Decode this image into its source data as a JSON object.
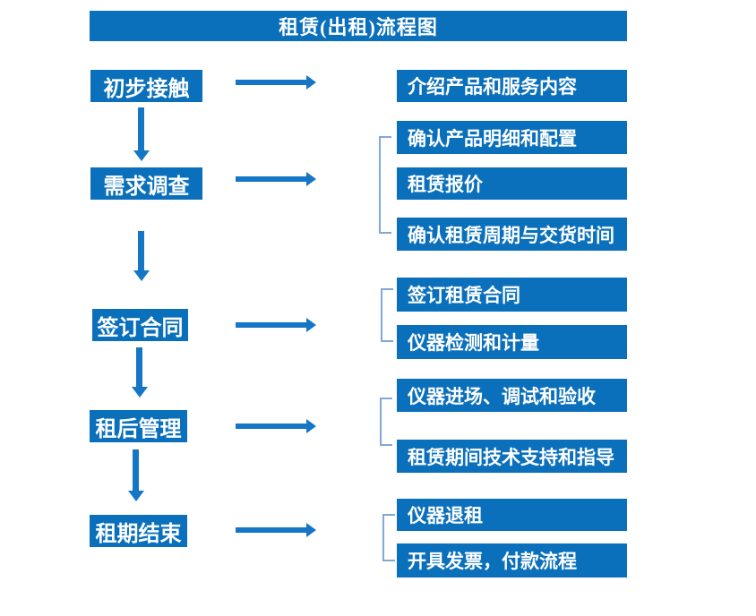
{
  "title": "租赁(出租)流程图",
  "colors": {
    "box": "#0b70bc",
    "arrow": "#1576c5",
    "bracket": "#7fa8d9",
    "text": "#ffffff",
    "background": "#ffffff"
  },
  "stages": [
    {
      "label": "初步接触",
      "outputs": [
        "介绍产品和服务内容"
      ]
    },
    {
      "label": "需求调查",
      "outputs": [
        "确认产品明细和配置",
        "租赁报价",
        "确认租赁周期与交货时间"
      ]
    },
    {
      "label": "签订合同",
      "outputs": [
        "签订租赁合同",
        "仪器检测和计量"
      ]
    },
    {
      "label": "租后管理",
      "outputs": [
        "仪器进场、调试和验收",
        "租赁期间技术支持和指导"
      ]
    },
    {
      "label": "租期结束",
      "outputs": [
        "仪器退租",
        "开具发票，付款流程"
      ]
    }
  ]
}
